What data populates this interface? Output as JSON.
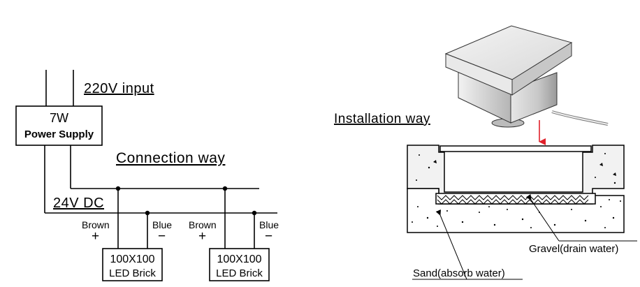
{
  "wiring": {
    "input_label": "220V input",
    "supply_watts": "7W",
    "supply_name": "Power Supply",
    "section_title": "Connection way",
    "dc_label": "24V DC",
    "bricks": [
      {
        "brown_label": "Brown",
        "brown_sign": "+",
        "blue_label": "Blue",
        "blue_sign": "−",
        "size": "100X100",
        "name": "LED Brick"
      },
      {
        "brown_label": "Brown",
        "brown_sign": "+",
        "blue_label": "Blue",
        "blue_sign": "−",
        "size": "100X100",
        "name": "LED Brick"
      }
    ]
  },
  "installation": {
    "section_title": "Installation way",
    "gravel_label": "Gravel(drain water)",
    "sand_label": "Sand(absorb water)",
    "arrow_color": "#e0202a"
  }
}
